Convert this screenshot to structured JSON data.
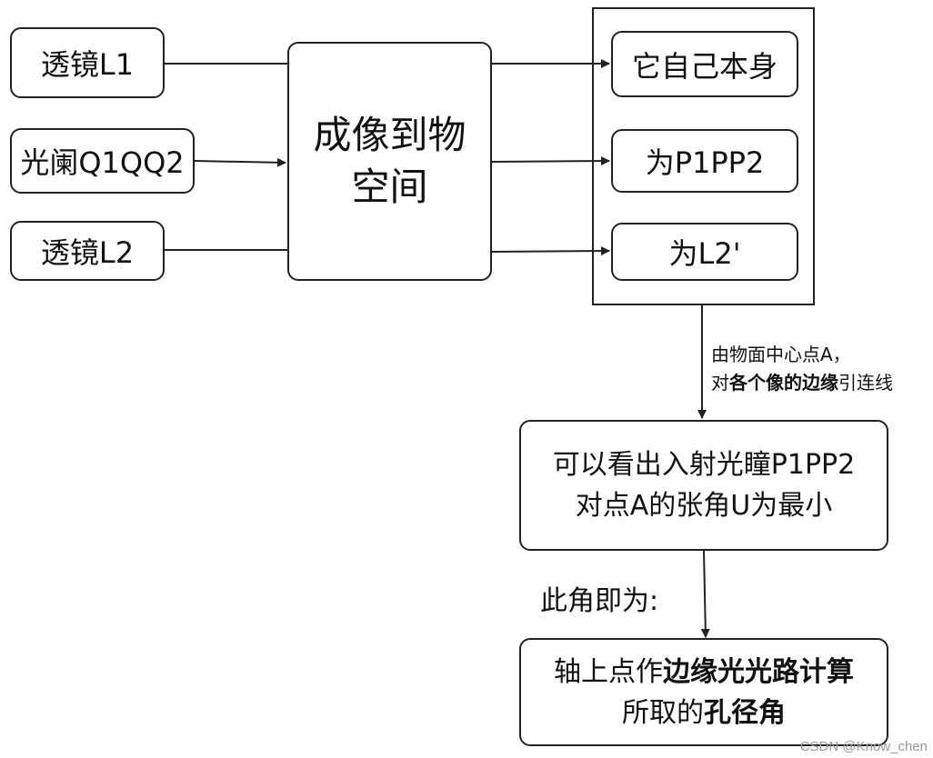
{
  "inputs": {
    "lens1": "透镜L1",
    "stop": "光阑Q1QQ2",
    "lens2": "透镜L2"
  },
  "process": {
    "line1": "成像到物",
    "line2": "空间"
  },
  "outputs": {
    "self": "它自己本身",
    "p1pp2": "为P1PP2",
    "l2prime": "为L2'"
  },
  "note": {
    "line1": "由物面中心点A，",
    "line2_pre": "对",
    "line2_bold": "各个像的边缘",
    "line2_post": "引连线"
  },
  "result": {
    "line1": "可以看出入射光瞳P1PP2",
    "line2": "对点A的张角U为最小"
  },
  "therefore_label": "此角即为:",
  "final": {
    "line1_pre": "轴上点作",
    "line1_bold": "边缘光光路计算",
    "line2_pre": "所取的",
    "line2_bold": "孔径角"
  },
  "watermark": "CSDN @Know_chen"
}
